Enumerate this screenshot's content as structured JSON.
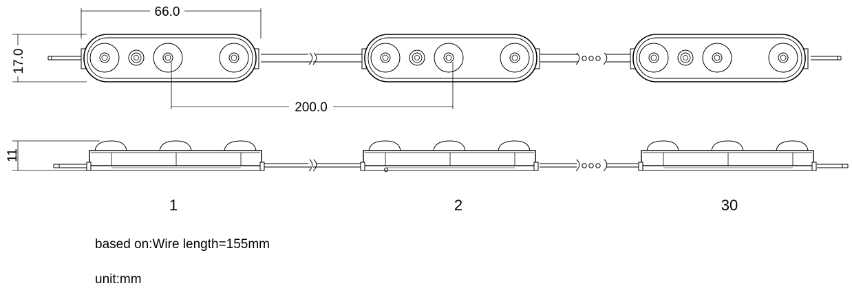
{
  "dimensions": {
    "width": "66.0",
    "height": "17.0",
    "pitch": "200.0",
    "side_height": "11"
  },
  "module_labels": [
    "1",
    "2",
    "30"
  ],
  "notes": {
    "wire_length": "based on:Wire length=155mm",
    "unit": "unit:mm"
  },
  "colors": {
    "line": "#000000",
    "background": "#ffffff"
  }
}
